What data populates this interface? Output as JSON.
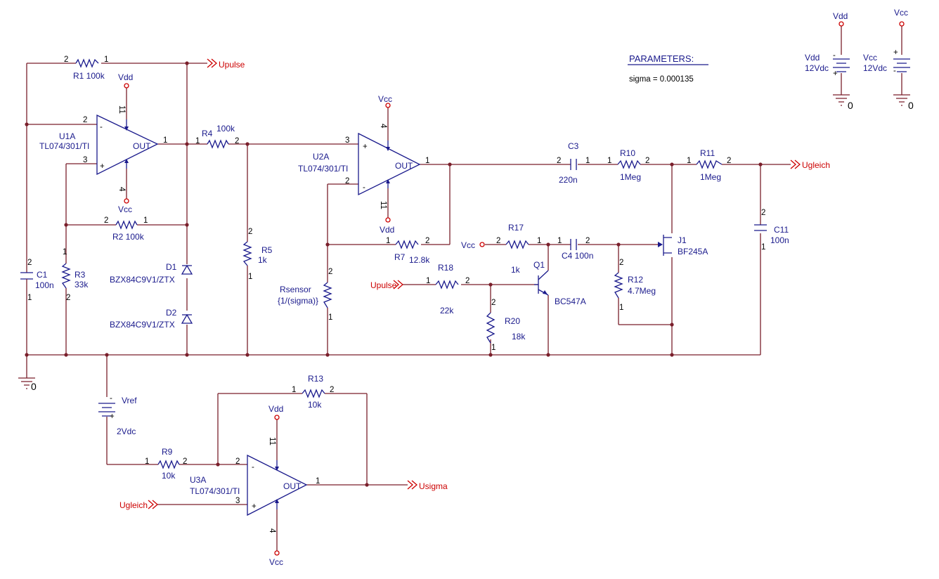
{
  "parameters": {
    "title": "PARAMETERS:",
    "sigma": "sigma = 0.000135"
  },
  "nets": {
    "upulse": "Upulse",
    "ugleich": "Ugleich",
    "usigma": "Usigma",
    "vdd": "Vdd",
    "vcc": "Vcc",
    "gnd": "0"
  },
  "parts": {
    "r1": "R1 100k",
    "r2": "R2 100k",
    "r3": "R3",
    "r3v": "33k",
    "r4": "R4",
    "r4v": "100k",
    "r5": "R5",
    "r5v": "1k",
    "r7": "R7",
    "r7v": "12.8k",
    "r9": "R9",
    "r9v": "10k",
    "r10": "R10",
    "r10v": "1Meg",
    "r11": "R11",
    "r11v": "1Meg",
    "r12": "R12",
    "r12v": "4.7Meg",
    "r13": "R13",
    "r13v": "10k",
    "r17": "R17",
    "r17v": "1k",
    "r18": "R18",
    "r18v": "22k",
    "r20": "R20",
    "r20v": "18k",
    "rsensor": "Rsensor",
    "rsensorv": "{1/(sigma)}",
    "c1": "C1",
    "c1v": "100n",
    "c3": "C3",
    "c3v": "220n",
    "c4": "C4 100n",
    "c11": "C11",
    "c11v": "100n",
    "d1": "D1",
    "d1v": "BZX84C9V1/ZTX",
    "d2": "D2",
    "d2v": "BZX84C9V1/ZTX",
    "u1": "U1A",
    "u2": "U2A",
    "u3": "U3A",
    "opamp": "TL074/301/TI",
    "out": "OUT",
    "q1": "Q1",
    "q1v": "BC547A",
    "j1": "J1",
    "j1v": "BF245A",
    "vref": "Vref",
    "vrefv": "2Vdc",
    "vddsrc": "Vdd",
    "vddv": "12Vdc",
    "vccsrc": "Vcc",
    "vccv": "12Vdc"
  },
  "pins": {
    "p1": "1",
    "p2": "2",
    "p3": "3",
    "p4": "4",
    "p11": "11",
    "plus": "+",
    "minus": "-"
  }
}
